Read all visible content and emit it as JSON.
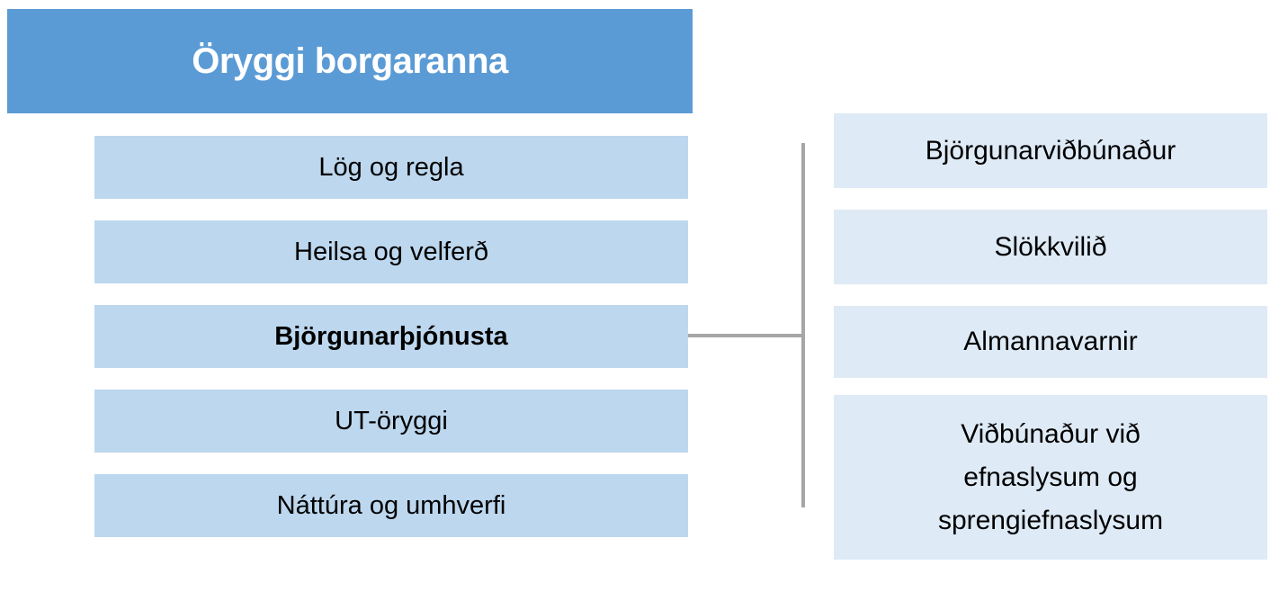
{
  "title": "Öryggi borgaranna",
  "left_column": {
    "items": [
      {
        "label": "Lög og regla",
        "bold": false
      },
      {
        "label": "Heilsa og velferð",
        "bold": false
      },
      {
        "label": "Björgunarþjónusta",
        "bold": true
      },
      {
        "label": "UT-öryggi",
        "bold": false
      },
      {
        "label": "Náttúra og umhverfi",
        "bold": false
      }
    ]
  },
  "right_column": {
    "items": [
      {
        "label": "Björgunarviðbúnaður"
      },
      {
        "label": "Slökkvilið"
      },
      {
        "label": "Almannavarnir"
      },
      {
        "label": "Viðbúnaður við\nefnaslysum og\nsprengiefnaslysum"
      }
    ]
  },
  "connector": {
    "from": "Björgunarþjónusta",
    "to": [
      "Björgunarviðbúnaður",
      "Slökkvilið",
      "Almannavarnir",
      "Viðbúnaður við efnaslysum og sprengiefnaslysum"
    ]
  },
  "colors": {
    "page_bg": "#FFFFFF",
    "header_bg": "#5B9BD5",
    "header_text": "#FFFFFF",
    "category_bg": "#BDD7EE",
    "sub_bg": "#DEEAF6",
    "connector": "#A6A6A6",
    "text": "#000000"
  }
}
